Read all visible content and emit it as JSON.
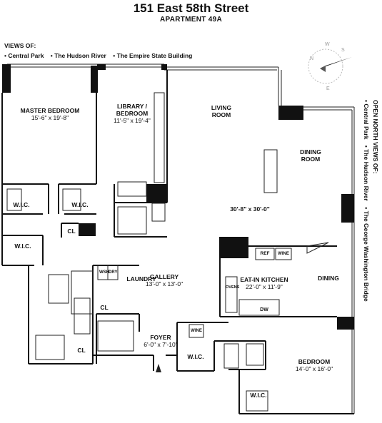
{
  "header": {
    "title": "151 East 58th Street",
    "subtitle": "APARTMENT 49A"
  },
  "views": {
    "heading": "VIEWS OF:",
    "items": [
      "• Central Park",
      "• The Hudson River",
      "• The Empire State Building"
    ]
  },
  "north_views": {
    "heading": "OPEN NORTH VIEWS OF:",
    "items": [
      "• Central Park",
      "• The Hudson River",
      "• The George Washington Bridge"
    ]
  },
  "compass": {
    "labels": [
      "N",
      "E",
      "S",
      "W"
    ]
  },
  "rooms": {
    "master_bedroom": {
      "name": "MASTER BEDROOM",
      "dims": "15'-6\" x 19'-8\""
    },
    "library": {
      "name": "LIBRARY /",
      "name2": "BEDROOM",
      "dims": "11'-5\" x 19'-4\""
    },
    "living": {
      "name": "LIVING",
      "name2": "ROOM"
    },
    "dining_room": {
      "name": "DINING",
      "name2": "ROOM"
    },
    "great_room_dims": "30'-8\" x 30'-0\"",
    "wic1": "W.I.C.",
    "wic2": "W.I.C.",
    "wic3": "W.I.C.",
    "wic4": "W.I.C.",
    "wic5": "W.I.C.",
    "cl1": "CL",
    "cl2": "CL",
    "cl3": "CL",
    "laundry": "LAUNDRY",
    "wsh": "WSH",
    "dry": "DRY",
    "gallery": {
      "name": "GALLERY",
      "dims": "13'-0\" x 13'-0\""
    },
    "kitchen": {
      "name": "EAT-IN KITCHEN",
      "dims": "22'-0\" x 11'-9\""
    },
    "dining": "DINING",
    "ref": "REF",
    "wine": "WINE",
    "wine2": "WINE",
    "ovens": "OVENS",
    "dw": "DW",
    "foyer": {
      "name": "FOYER",
      "dims": "6'-0\" x 7'-10\""
    },
    "bedroom": {
      "name": "BEDROOM",
      "dims": "14'-0\" x 16'-0\""
    }
  }
}
